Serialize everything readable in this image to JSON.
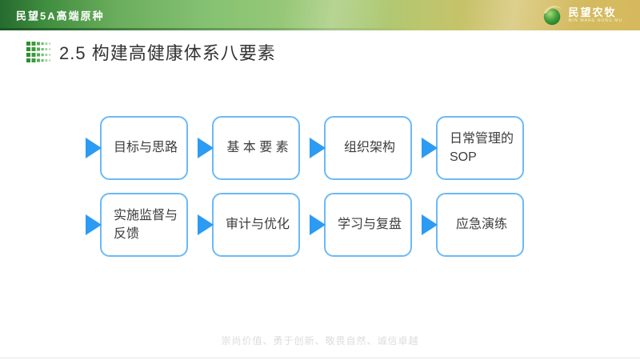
{
  "slide": {
    "header": {
      "brand": "民望5A高端原种",
      "logo_cn": "民望农牧",
      "logo_en": "MIN WANG NONG MU"
    },
    "title": "2.5 构建高健康体系八要素",
    "boxes": [
      {
        "label": "目标与思路"
      },
      {
        "label": "基 本 要 素"
      },
      {
        "label": "组织架构"
      },
      {
        "label": "日常管理的\nSOP"
      },
      {
        "label": "实施监督与\n反馈"
      },
      {
        "label": "审计与优化"
      },
      {
        "label": "学习与复盘"
      },
      {
        "label": "应急演练"
      }
    ],
    "footer": "崇尚价值、勇于创新、敬畏自然、诚信卓越",
    "icons": {
      "box_marker": "arrow-right-triangle",
      "title_marker": "green-dots-grid",
      "logo_marker": "green-globe-with-gold-swoosh"
    },
    "colors": {
      "arrow_blue": "#2b9bf4",
      "box_border_blue": "#6cb9f5",
      "header_green_dark": "#266b2f",
      "header_green_light": "#97c878",
      "header_gold": "#d6b95e",
      "dots_green": "#2f8f2f",
      "title_text": "#333333",
      "box_text": "#3d3d3d",
      "footer_text": "#dcdcdc"
    }
  }
}
